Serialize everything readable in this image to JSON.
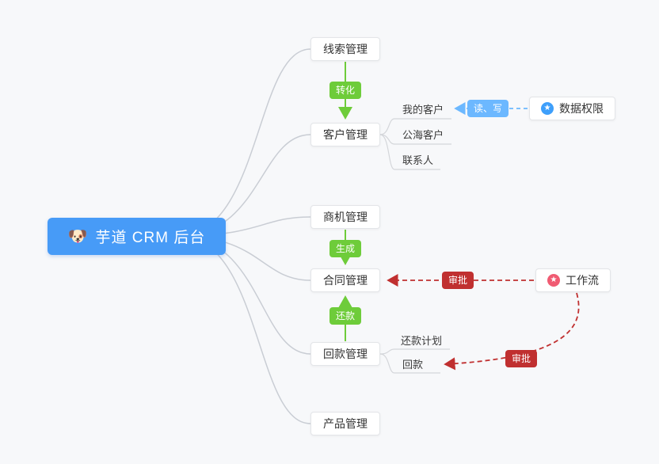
{
  "root": {
    "icon": "🐶",
    "label": "芋道 CRM 后台"
  },
  "nodes": {
    "leads": {
      "label": "线索管理"
    },
    "customers": {
      "label": "客户管理"
    },
    "opportunities": {
      "label": "商机管理"
    },
    "contracts": {
      "label": "合同管理"
    },
    "payments": {
      "label": "回款管理"
    },
    "products": {
      "label": "产品管理"
    },
    "data_permission": {
      "label": "数据权限"
    },
    "workflow": {
      "label": "工作流"
    }
  },
  "children": {
    "customers": [
      "我的客户",
      "公海客户",
      "联系人"
    ],
    "payments": [
      "还款计划",
      "回款"
    ]
  },
  "badges": {
    "convert": "转化",
    "generate": "生成",
    "repay": "还款",
    "read_write": "读、写",
    "approve": "审批"
  },
  "glyphs": {
    "star": "★"
  },
  "colors": {
    "root_blue": "#479bf7",
    "arrow_green": "#6ecc3a",
    "arrow_blue": "#6cb8ff",
    "arrow_red": "#c03030",
    "star_blue": "#3e9ffb",
    "star_pink": "#f05b72",
    "connector_gray": "#c9cdd4",
    "background": "#f7f8fa"
  }
}
